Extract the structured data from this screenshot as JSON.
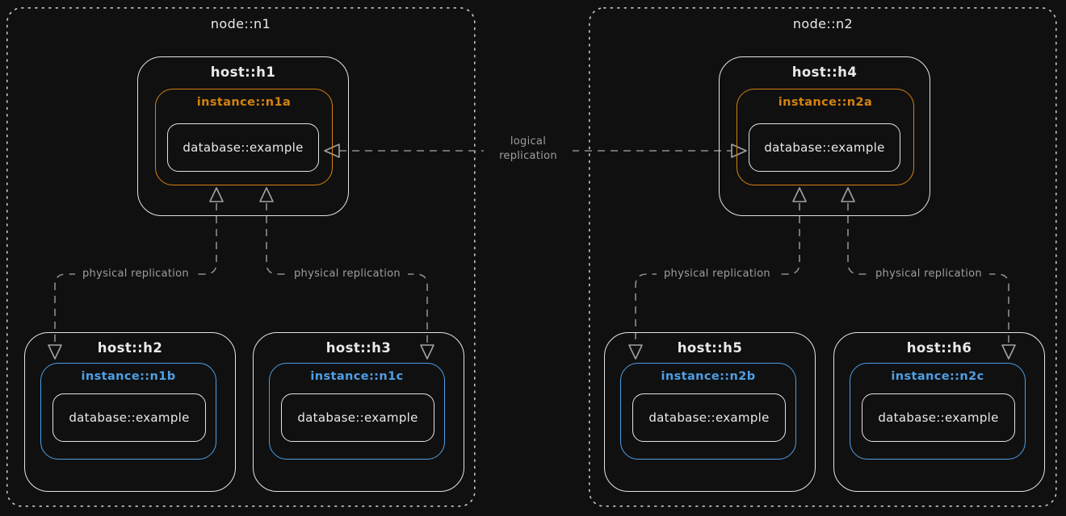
{
  "colors": {
    "background": "#101010",
    "primary": "#d4820f",
    "replica": "#4e9fe5",
    "box_border": "#e3e3e3",
    "node_border": "#c6c6c6",
    "edge": "#8e8e8e",
    "arrow": "#a2a2a2",
    "text": "#e9e9e9",
    "label_text": "#9e9e9e"
  },
  "nodes": [
    {
      "label": "node::n1",
      "hosts": [
        {
          "label": "host::h1",
          "instance": {
            "label": "instance::n1a",
            "color": "orange",
            "database": {
              "label": "database::example"
            }
          }
        },
        {
          "label": "host::h2",
          "instance": {
            "label": "instance::n1b",
            "color": "blue",
            "database": {
              "label": "database::example"
            }
          }
        },
        {
          "label": "host::h3",
          "instance": {
            "label": "instance::n1c",
            "color": "blue",
            "database": {
              "label": "database::example"
            }
          }
        }
      ]
    },
    {
      "label": "node::n2",
      "hosts": [
        {
          "label": "host::h4",
          "instance": {
            "label": "instance::n2a",
            "color": "orange",
            "database": {
              "label": "database::example"
            }
          }
        },
        {
          "label": "host::h5",
          "instance": {
            "label": "instance::n2b",
            "color": "blue",
            "database": {
              "label": "database::example"
            }
          }
        },
        {
          "label": "host::h6",
          "instance": {
            "label": "instance::n2c",
            "color": "blue",
            "database": {
              "label": "database::example"
            }
          }
        }
      ]
    }
  ],
  "edges": {
    "physical_label": "physical replication",
    "logical_line1": "logical",
    "logical_line2": "replication"
  }
}
